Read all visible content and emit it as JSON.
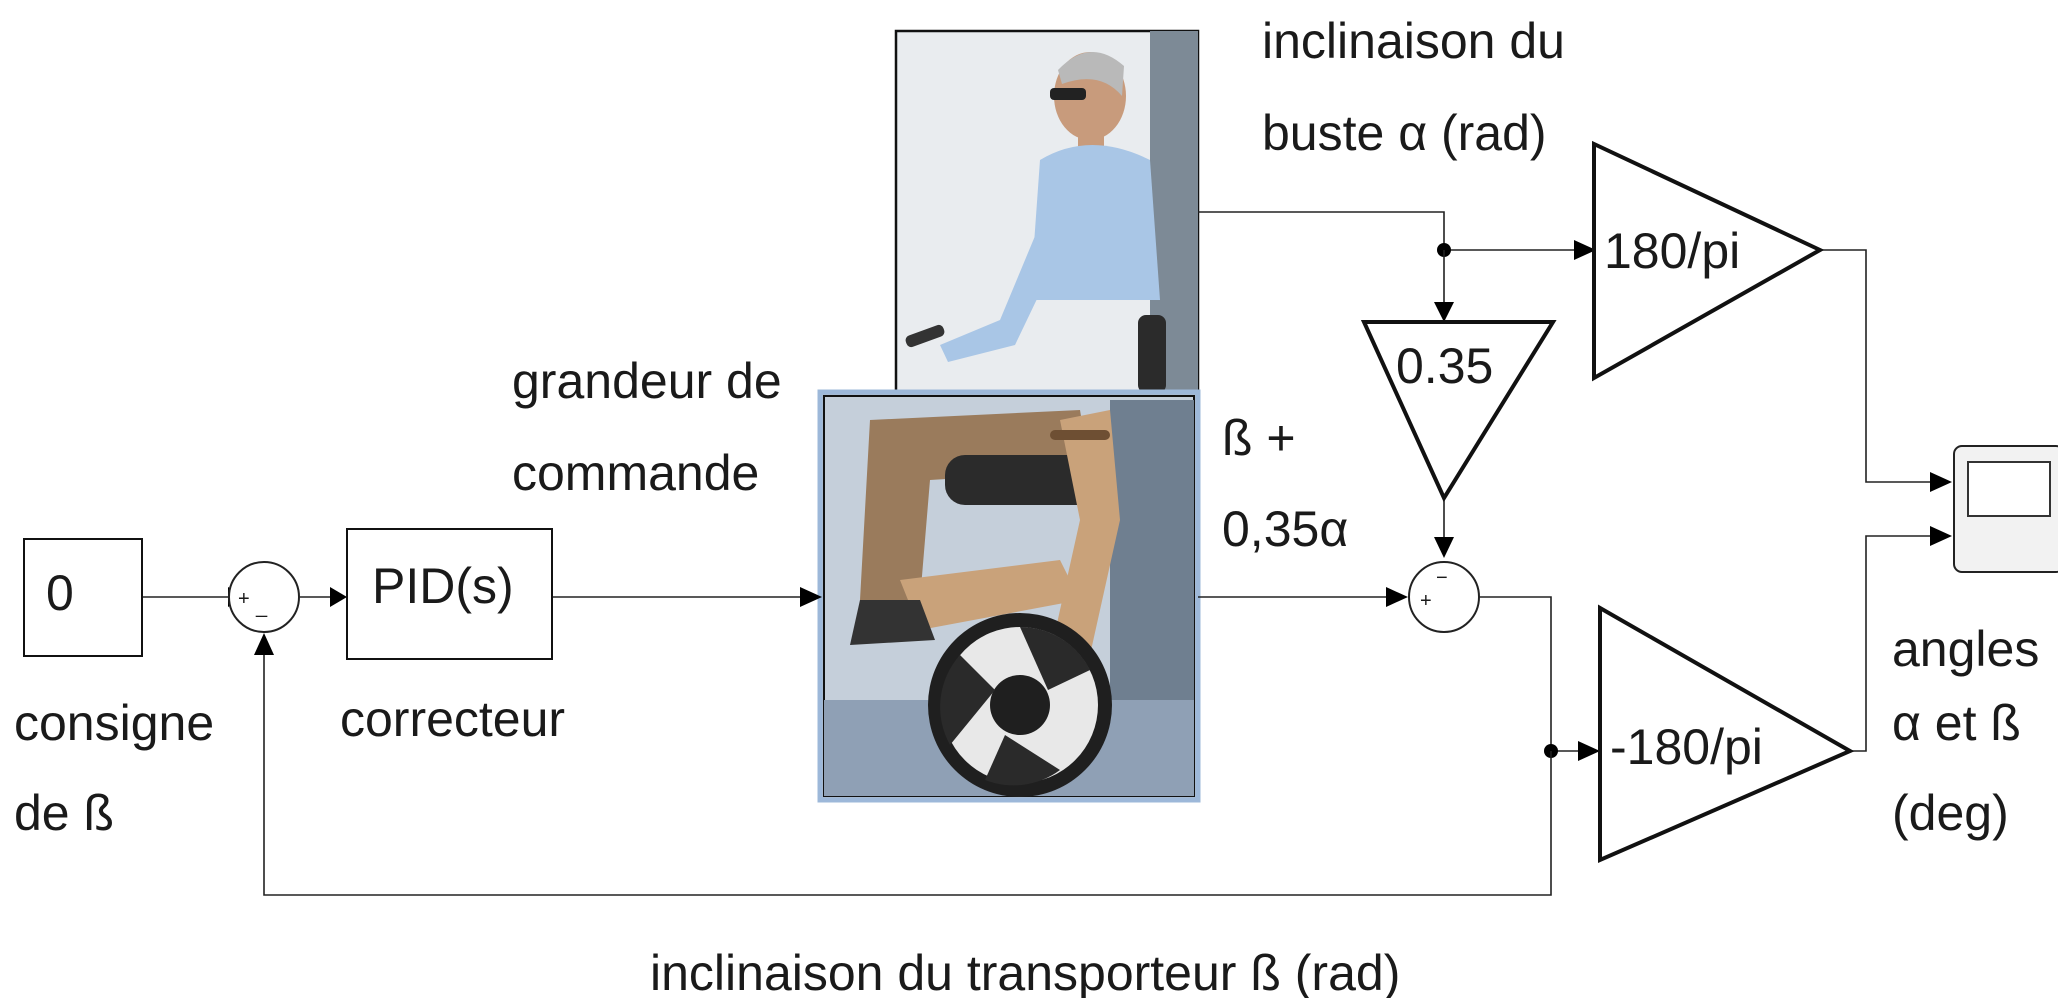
{
  "blocks": {
    "constant": "0",
    "pid": "PID(s)",
    "gain_035": "0.35",
    "gain_180": "180/pi",
    "gain_neg180": "-180/pi"
  },
  "sum_signs": {
    "sum1_plus": "+",
    "sum1_minus": "_",
    "sum2_plus": "+",
    "sum2_minus": "−"
  },
  "labels": {
    "consigne": [
      "consigne",
      "de ß"
    ],
    "correcteur": "correcteur",
    "grandeur": [
      "grandeur de",
      "commande"
    ],
    "inclinaison_buste": [
      "inclinaison du",
      "buste α (rad)"
    ],
    "beta_plus": [
      "ß +",
      "0,35α"
    ],
    "angles": [
      "angles",
      "α et ß",
      "(deg)"
    ],
    "inclinaison_transporteur": "inclinaison du transporteur ß (rad)"
  },
  "colors": {
    "shirt": "#a9c6e6",
    "pants": "#9a7b5c",
    "frame_wood": "#c9a27a",
    "seat": "#2b2b2b",
    "wheel": "#1f1f1f",
    "street": "#8fa0b5",
    "image_border": "#9db8d9"
  }
}
